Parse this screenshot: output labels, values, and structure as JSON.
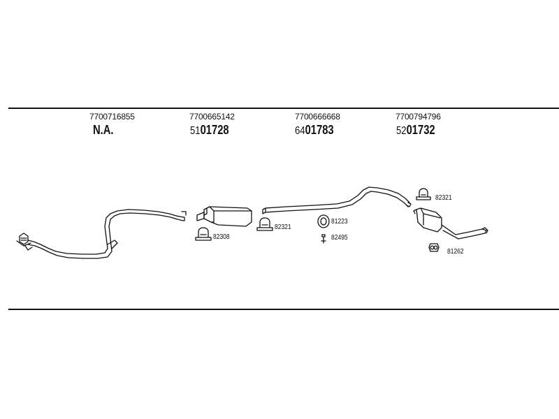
{
  "columns": [
    {
      "oem": "7700716855",
      "ref_prefix": "",
      "ref_main": "N.A."
    },
    {
      "oem": "7700665142",
      "ref_prefix": "51",
      "ref_main": "01728"
    },
    {
      "oem": "7700666668",
      "ref_prefix": "64",
      "ref_main": "01783"
    },
    {
      "oem": "7700794796",
      "ref_prefix": "52",
      "ref_main": "01732"
    }
  ],
  "parts": [
    {
      "label": "82308",
      "icon": "clamp-icon"
    },
    {
      "label": "82321",
      "icon": "clamp-icon"
    },
    {
      "label": "81223",
      "icon": "rubber-ring-icon"
    },
    {
      "label": "82495",
      "icon": "hanger-icon"
    },
    {
      "label": "82321",
      "icon": "clamp-icon"
    },
    {
      "label": "81262",
      "icon": "rubber-mount-icon"
    }
  ],
  "colors": {
    "line": "#111111",
    "background": "#ffffff"
  }
}
